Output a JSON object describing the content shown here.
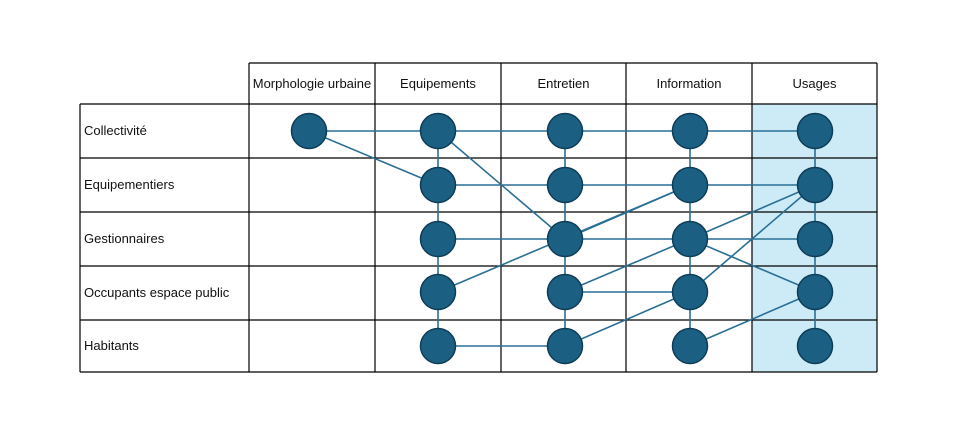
{
  "columns": [
    "Morphologie urbaine",
    "Equipements",
    "Entretien",
    "Information",
    "Usages"
  ],
  "rows": [
    "Collectivité",
    "Equipementiers",
    "Gestionnaires",
    "Occupants espace public",
    "Habitants"
  ],
  "highlight_column": 4,
  "colors": {
    "node_fill": "#1b5f83",
    "node_stroke": "#0e3d57",
    "edge": "#2a6f95",
    "highlight_fill": "#ccebf7",
    "grid": "#000000"
  },
  "nodes": [
    {
      "id": "n-collectivite-morphologie",
      "row": 0,
      "col": 0
    },
    {
      "id": "n-collectivite-equipements",
      "row": 0,
      "col": 1
    },
    {
      "id": "n-collectivite-entretien",
      "row": 0,
      "col": 2
    },
    {
      "id": "n-collectivite-information",
      "row": 0,
      "col": 3
    },
    {
      "id": "n-collectivite-usages",
      "row": 0,
      "col": 4
    },
    {
      "id": "n-equipementiers-equipements",
      "row": 1,
      "col": 1
    },
    {
      "id": "n-equipementiers-entretien",
      "row": 1,
      "col": 2
    },
    {
      "id": "n-equipementiers-information",
      "row": 1,
      "col": 3
    },
    {
      "id": "n-equipementiers-usages",
      "row": 1,
      "col": 4
    },
    {
      "id": "n-gestionnaires-equipements",
      "row": 2,
      "col": 1
    },
    {
      "id": "n-gestionnaires-entretien",
      "row": 2,
      "col": 2
    },
    {
      "id": "n-gestionnaires-information",
      "row": 2,
      "col": 3
    },
    {
      "id": "n-gestionnaires-usages",
      "row": 2,
      "col": 4
    },
    {
      "id": "n-occupants-equipements",
      "row": 3,
      "col": 1
    },
    {
      "id": "n-occupants-entretien",
      "row": 3,
      "col": 2
    },
    {
      "id": "n-occupants-information",
      "row": 3,
      "col": 3
    },
    {
      "id": "n-occupants-usages",
      "row": 3,
      "col": 4
    },
    {
      "id": "n-habitants-equipements",
      "row": 4,
      "col": 1
    },
    {
      "id": "n-habitants-entretien",
      "row": 4,
      "col": 2
    },
    {
      "id": "n-habitants-information",
      "row": 4,
      "col": 3
    },
    {
      "id": "n-habitants-usages",
      "row": 4,
      "col": 4
    }
  ],
  "edges": [
    {
      "from": [
        0,
        0
      ],
      "to": [
        0,
        1
      ]
    },
    {
      "from": [
        0,
        0
      ],
      "to": [
        1,
        1
      ]
    },
    {
      "from": [
        0,
        1
      ],
      "to": [
        0,
        2
      ]
    },
    {
      "from": [
        0,
        2
      ],
      "to": [
        0,
        3
      ]
    },
    {
      "from": [
        0,
        3
      ],
      "to": [
        0,
        4
      ]
    },
    {
      "from": [
        0,
        1
      ],
      "to": [
        1,
        1
      ]
    },
    {
      "from": [
        1,
        1
      ],
      "to": [
        2,
        1
      ]
    },
    {
      "from": [
        2,
        1
      ],
      "to": [
        3,
        1
      ]
    },
    {
      "from": [
        3,
        1
      ],
      "to": [
        4,
        1
      ]
    },
    {
      "from": [
        0,
        2
      ],
      "to": [
        1,
        2
      ]
    },
    {
      "from": [
        1,
        2
      ],
      "to": [
        2,
        2
      ]
    },
    {
      "from": [
        2,
        2
      ],
      "to": [
        3,
        2
      ]
    },
    {
      "from": [
        3,
        2
      ],
      "to": [
        4,
        2
      ]
    },
    {
      "from": [
        0,
        3
      ],
      "to": [
        1,
        3
      ]
    },
    {
      "from": [
        1,
        3
      ],
      "to": [
        2,
        3
      ]
    },
    {
      "from": [
        2,
        3
      ],
      "to": [
        3,
        3
      ]
    },
    {
      "from": [
        3,
        3
      ],
      "to": [
        4,
        3
      ]
    },
    {
      "from": [
        0,
        4
      ],
      "to": [
        1,
        4
      ]
    },
    {
      "from": [
        1,
        4
      ],
      "to": [
        2,
        4
      ]
    },
    {
      "from": [
        2,
        4
      ],
      "to": [
        3,
        4
      ]
    },
    {
      "from": [
        3,
        4
      ],
      "to": [
        4,
        4
      ]
    },
    {
      "from": [
        0,
        1
      ],
      "to": [
        2,
        2
      ]
    },
    {
      "from": [
        1,
        1
      ],
      "to": [
        1,
        2
      ]
    },
    {
      "from": [
        1,
        2
      ],
      "to": [
        1,
        3
      ]
    },
    {
      "from": [
        1,
        3
      ],
      "to": [
        1,
        4
      ]
    },
    {
      "from": [
        2,
        1
      ],
      "to": [
        2,
        2
      ]
    },
    {
      "from": [
        2,
        2
      ],
      "to": [
        2,
        3
      ]
    },
    {
      "from": [
        2,
        3
      ],
      "to": [
        2,
        4
      ]
    },
    {
      "from": [
        2,
        2
      ],
      "to": [
        1,
        3
      ]
    },
    {
      "from": [
        2,
        3
      ],
      "to": [
        1,
        4
      ]
    },
    {
      "from": [
        3,
        1
      ],
      "to": [
        1,
        3
      ]
    },
    {
      "from": [
        3,
        2
      ],
      "to": [
        3,
        3
      ]
    },
    {
      "from": [
        3,
        2
      ],
      "to": [
        2,
        3
      ]
    },
    {
      "from": [
        3,
        3
      ],
      "to": [
        1,
        4
      ]
    },
    {
      "from": [
        2,
        3
      ],
      "to": [
        3,
        4
      ]
    },
    {
      "from": [
        4,
        1
      ],
      "to": [
        4,
        2
      ]
    },
    {
      "from": [
        4,
        2
      ],
      "to": [
        3,
        3
      ]
    },
    {
      "from": [
        4,
        3
      ],
      "to": [
        3,
        4
      ]
    }
  ]
}
